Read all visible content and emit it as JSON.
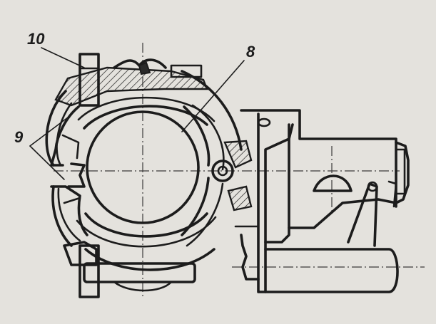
{
  "labels": {
    "part_10": "10",
    "part_8": "8",
    "part_9": "9"
  },
  "colors": {
    "paper": "#e4e2dd",
    "ink": "#1c1c1c"
  }
}
